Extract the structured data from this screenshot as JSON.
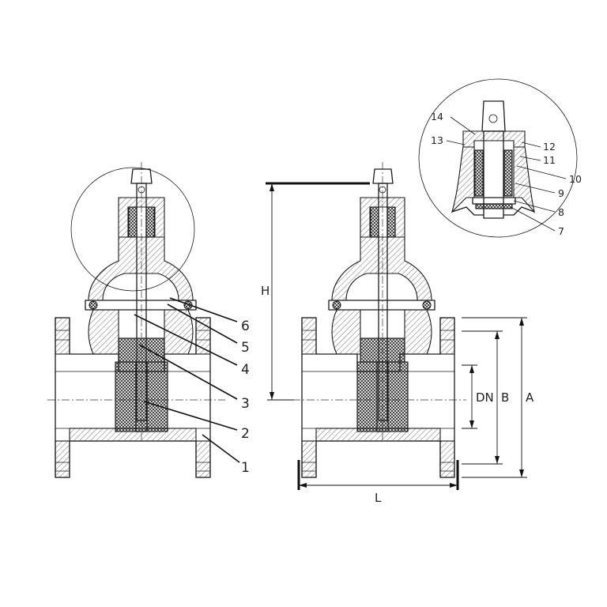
{
  "part_numbers": [
    "1",
    "2",
    "3",
    "4",
    "5",
    "6"
  ],
  "detail_part_numbers": [
    "7",
    "8",
    "9",
    "10",
    "11",
    "12",
    "13",
    "14"
  ],
  "dimension_labels": {
    "height": "H",
    "length": "L",
    "nominal_diameter": "DN",
    "bolt_circle": "B",
    "flange_diameter": "A"
  }
}
